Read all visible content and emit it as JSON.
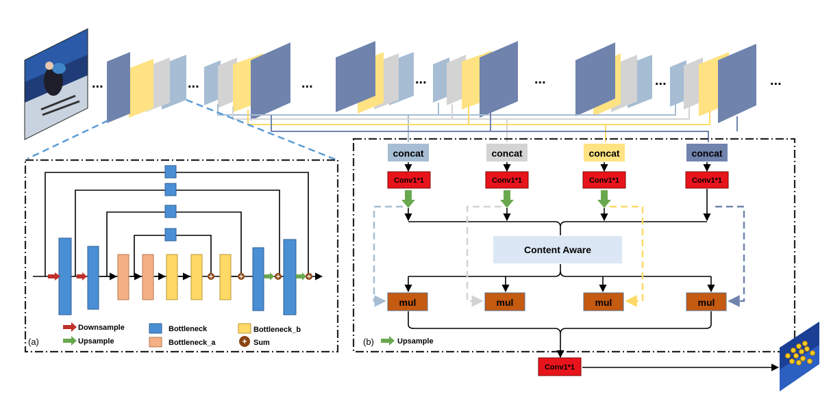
{
  "top_row": {
    "ellipsis": "..."
  },
  "left_panel": {
    "panel_label": "(a)",
    "legend": {
      "downsample": "Downsample",
      "upsample": "Upsample",
      "bottleneck": "Bottleneck",
      "bottleneck_a": "Bottleneck_a",
      "bottleneck_b": "Bottleneck_b",
      "sum": "Sum",
      "sum_symbol": "+"
    }
  },
  "right_panel": {
    "panel_label": "(b)",
    "concat": [
      "concat",
      "concat",
      "concat",
      "concat"
    ],
    "conv": [
      "Conv1*1",
      "Conv1*1",
      "Conv1*1",
      "Conv1*1"
    ],
    "content_aware": "Content Aware",
    "mul": [
      "mul",
      "mul",
      "mul",
      "mul"
    ],
    "legend_upsample": "Upsample"
  },
  "final_conv": "Conv1*1",
  "colors": {
    "bottleneck": "#4a8fd4",
    "bottleneck_a": "#f4b084",
    "bottleneck_b": "#ffd966",
    "downsample": "#c0312b",
    "upsample": "#6aa84f",
    "conv": "#e8141b",
    "mul": "#c55a11",
    "content_aware": "#dbe7f4",
    "dark_blue": "#6f83ad",
    "light_blue": "#a6bdd3",
    "gray": "#d3d3d3",
    "yellow": "#ffe282"
  }
}
